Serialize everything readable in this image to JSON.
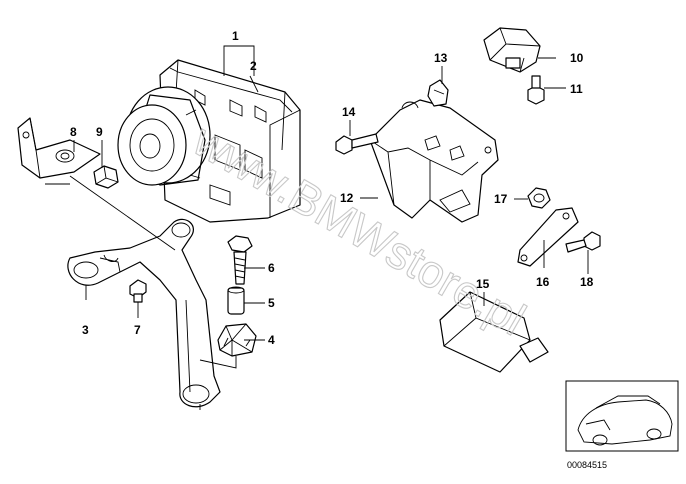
{
  "watermark": "www.BMWstore.pl",
  "reference_number": "00084515",
  "callouts": [
    {
      "id": "c1",
      "label": "1"
    },
    {
      "id": "c2",
      "label": "2"
    },
    {
      "id": "c3",
      "label": "3"
    },
    {
      "id": "c4",
      "label": "4"
    },
    {
      "id": "c5",
      "label": "5"
    },
    {
      "id": "c6",
      "label": "6"
    },
    {
      "id": "c7",
      "label": "7"
    },
    {
      "id": "c8",
      "label": "8"
    },
    {
      "id": "c9",
      "label": "9"
    },
    {
      "id": "c10",
      "label": "10"
    },
    {
      "id": "c11",
      "label": "11"
    },
    {
      "id": "c12",
      "label": "12"
    },
    {
      "id": "c13",
      "label": "13"
    },
    {
      "id": "c14",
      "label": "14"
    },
    {
      "id": "c15",
      "label": "15"
    },
    {
      "id": "c16",
      "label": "16"
    },
    {
      "id": "c17",
      "label": "17"
    },
    {
      "id": "c18",
      "label": "18"
    }
  ]
}
